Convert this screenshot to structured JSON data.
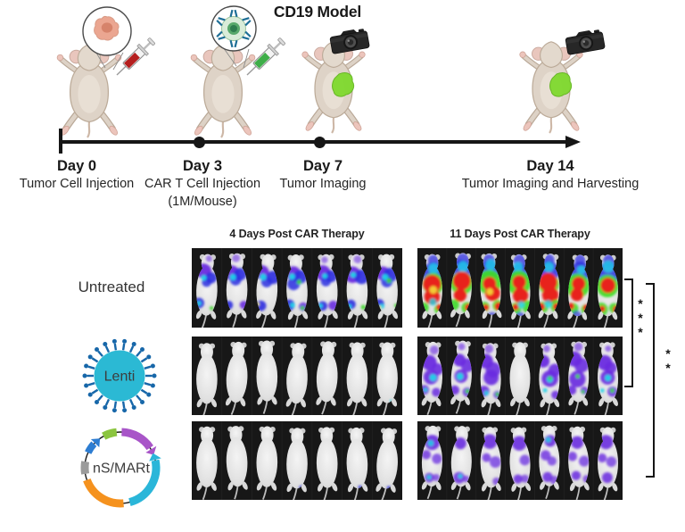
{
  "title": "CD19 Model",
  "timeline": {
    "points": [
      {
        "day": "Day 0",
        "label": "Tumor Cell Injection",
        "sublabel": ""
      },
      {
        "day": "Day 3",
        "label": "CAR T Cell Injection",
        "sublabel": "(1M/Mouse)"
      },
      {
        "day": "Day 7",
        "label": "Tumor Imaging",
        "sublabel": ""
      },
      {
        "day": "Day 14",
        "label": "Tumor Imaging and Harvesting",
        "sublabel": ""
      }
    ],
    "icons": [
      "tumor-cell-magnified",
      "red-syringe",
      "car-t-cell-magnified",
      "green-syringe",
      "camera",
      "green-tumor-blob"
    ]
  },
  "imaging": {
    "columns": [
      "4 Days Post CAR Therapy",
      "11 Days Post CAR Therapy"
    ],
    "mice_per_panel": 7,
    "rows": [
      {
        "label": "Untreated",
        "icon": "none"
      },
      {
        "label": "Lenti",
        "icon": "lentivirus-icon"
      },
      {
        "label": "nS/MARt",
        "icon": "plasmid-map-icon"
      }
    ],
    "panels": [
      {
        "row": "Untreated",
        "column": "4 Days Post CAR Therapy",
        "signal": "moderate-blue"
      },
      {
        "row": "Untreated",
        "column": "11 Days Post CAR Therapy",
        "signal": "high-red"
      },
      {
        "row": "Lenti",
        "column": "4 Days Post CAR Therapy",
        "signal": "none"
      },
      {
        "row": "Lenti",
        "column": "11 Days Post CAR Therapy",
        "signal": "purple"
      },
      {
        "row": "nS/MARt",
        "column": "4 Days Post CAR Therapy",
        "signal": "none"
      },
      {
        "row": "nS/MARt",
        "column": "11 Days Post CAR Therapy",
        "signal": "purple-light"
      }
    ]
  },
  "significance": [
    {
      "comparison": "Untreated vs Lenti at 11 days",
      "stars": "***"
    },
    {
      "comparison": "Untreated vs nS/MARt at 11 days",
      "stars": "**"
    }
  ],
  "colors": {
    "heatmap": {
      "red": "#e8231b",
      "green": "#3fdc28",
      "cyan": "#1fd4e8",
      "blue": "#2b2fe0",
      "purple": "#6a2be0",
      "yellow": "#f2e93a"
    },
    "lenti_capsid": "#2bb9d4",
    "lenti_spikes": "#1767a9",
    "plasmid_segments": [
      "#2d7dd2",
      "#8bc53f",
      "#a855c8",
      "#2ab6d9",
      "#f5921e",
      "#9b9b9b"
    ],
    "tumor_green": "#7fd92e",
    "tumor_cell_pink": "#eba691",
    "syringe_red": "#b51f1f",
    "syringe_green": "#3fae49",
    "panel_background": "#171717"
  }
}
